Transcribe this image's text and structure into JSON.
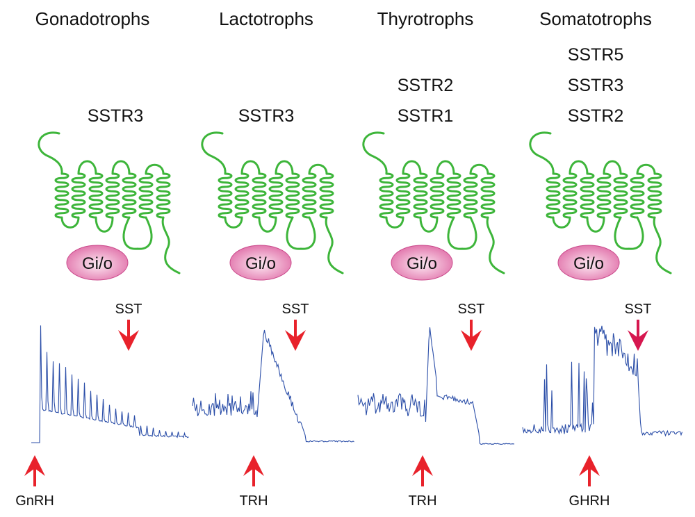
{
  "panels": [
    {
      "title": "Gonadotrophs",
      "receptors": [
        "SSTR3"
      ],
      "g_protein": "Gi/o",
      "stimulus": "GnRH",
      "inhibitor": "SST"
    },
    {
      "title": "Lactotrophs",
      "receptors": [
        "SSTR3"
      ],
      "g_protein": "Gi/o",
      "stimulus": "TRH",
      "inhibitor": "SST"
    },
    {
      "title": "Thyrotrophs",
      "receptors": [
        "SSTR2",
        "SSTR1"
      ],
      "g_protein": "Gi/o",
      "stimulus": "TRH",
      "inhibitor": "SST"
    },
    {
      "title": "Somatotrophs",
      "receptors": [
        "SSTR5",
        "SSTR3",
        "SSTR2"
      ],
      "g_protein": "Gi/o",
      "stimulus": "GHRH",
      "inhibitor": "SST"
    }
  ],
  "colors": {
    "receptor": "#3db53a",
    "g_protein": "#e97db5",
    "trace": "#2b4ea8",
    "stimulus_arrow": "#e8222b",
    "sst_arrow": "#e8222b",
    "sst_arrow_somatotroph": "#d6174f"
  }
}
